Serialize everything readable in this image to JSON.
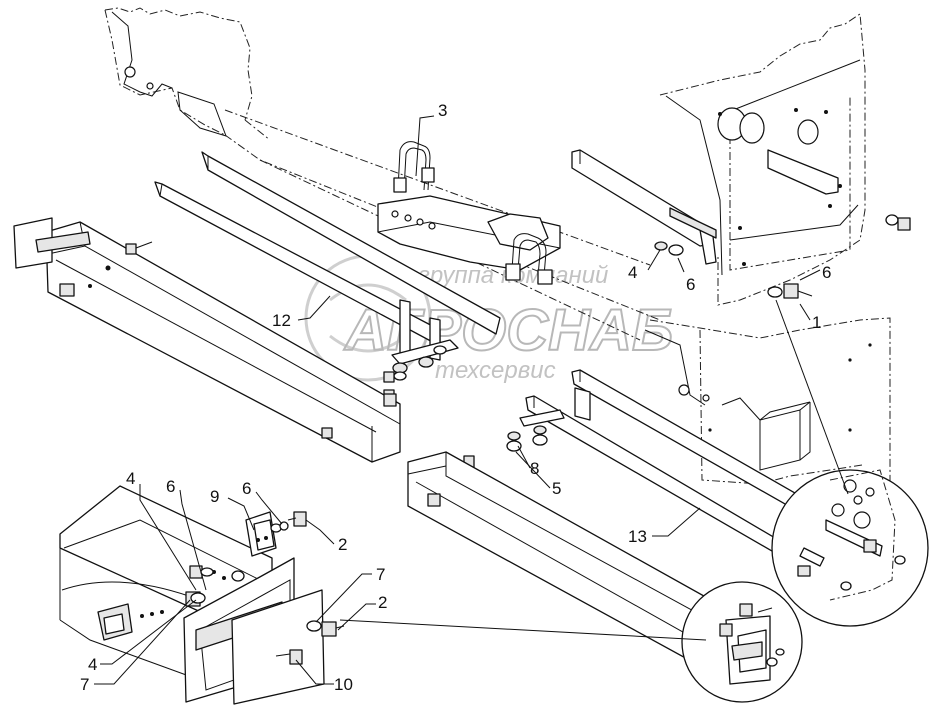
{
  "watermark": {
    "line1": "группа компаний",
    "line2": "АГРОСНАБ",
    "line3": "техсервис"
  },
  "callouts": [
    {
      "id": "c1",
      "label": "1"
    },
    {
      "id": "c2a",
      "label": "2"
    },
    {
      "id": "c2b",
      "label": "2"
    },
    {
      "id": "c3",
      "label": "3"
    },
    {
      "id": "c4a",
      "label": "4"
    },
    {
      "id": "c4b",
      "label": "4"
    },
    {
      "id": "c4c",
      "label": "4"
    },
    {
      "id": "c5",
      "label": "5"
    },
    {
      "id": "c6a",
      "label": "6"
    },
    {
      "id": "c6b",
      "label": "6"
    },
    {
      "id": "c6c",
      "label": "6"
    },
    {
      "id": "c6d",
      "label": "6"
    },
    {
      "id": "c7a",
      "label": "7"
    },
    {
      "id": "c7b",
      "label": "7"
    },
    {
      "id": "c8",
      "label": "8"
    },
    {
      "id": "c9",
      "label": "9"
    },
    {
      "id": "c10",
      "label": "10"
    },
    {
      "id": "c12",
      "label": "12"
    },
    {
      "id": "c13",
      "label": "13"
    }
  ]
}
